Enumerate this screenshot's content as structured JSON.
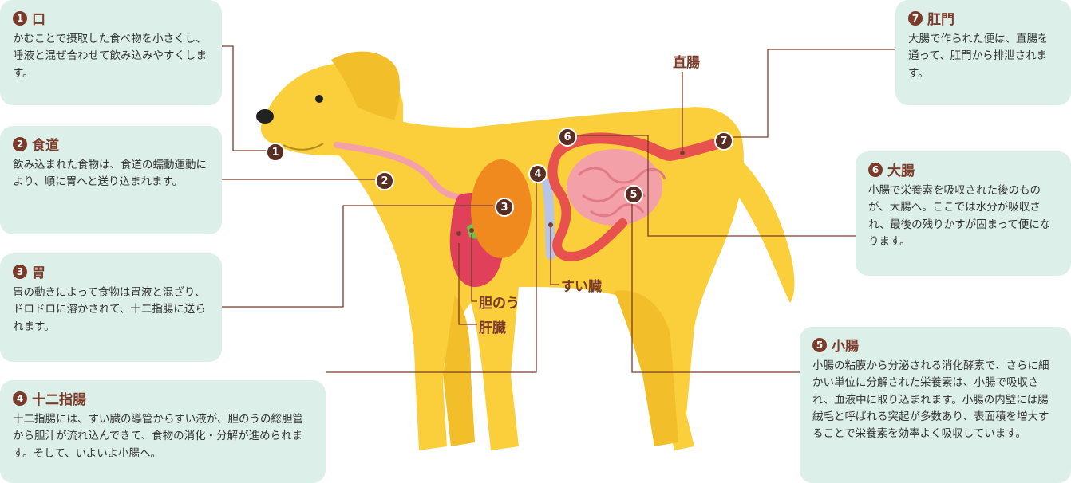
{
  "cards": {
    "c1": {
      "num": "1",
      "title": "口",
      "body": "かむことで摂取した食べ物を小さくし、唾液と混ぜ合わせて飲み込みやすくします。"
    },
    "c2": {
      "num": "2",
      "title": "食道",
      "body": "飲み込まれた食物は、食道の蠕動運動により、順に胃へと送り込まれます。"
    },
    "c3": {
      "num": "3",
      "title": "胃",
      "body": "胃の動きによって食物は胃液と混ざり、ドロドロに溶かされて、十二指腸に送られます。"
    },
    "c4": {
      "num": "4",
      "title": "十二指腸",
      "body": "十二指腸には、すい臓の導管からすい液が、胆のうの総胆管から胆汁が流れ込んできて、食物の消化・分解が進められます。そして、いよいよ小腸へ。"
    },
    "c5": {
      "num": "5",
      "title": "小腸",
      "body": "小腸の粘膜から分泌される消化酵素で、さらに細かい単位に分解された栄養素は、小腸で吸収され、血液中に取り込まれます。小腸の内壁には腸絨毛と呼ばれる突起が多数あり、表面積を増大することで栄養素を効率よく吸収しています。"
    },
    "c6": {
      "num": "6",
      "title": "大腸",
      "body": "小腸で栄養素を吸収された後のものが、大腸へ。ここでは水分が吸収され、最後の残りかすが固まって便になります。"
    },
    "c7": {
      "num": "7",
      "title": "肛門",
      "body": "大腸で作られた便は、直腸を通って、肛門から排泄されます。"
    }
  },
  "labels": {
    "rectum": "直腸",
    "gallbladder": "胆のう",
    "liver": "肝臓",
    "pancreas": "すい臓"
  },
  "markers": [
    "1",
    "2",
    "3",
    "4",
    "5",
    "6",
    "7"
  ],
  "colors": {
    "dog": "#fbcf3c",
    "card": "#dcefe9",
    "accent": "#7a3b2a",
    "stomach": "#f08a1f",
    "intestine": "#f3a0a8",
    "colon": "#e8524e",
    "liver": "#e0405a",
    "gallbladder": "#6cc24a"
  }
}
